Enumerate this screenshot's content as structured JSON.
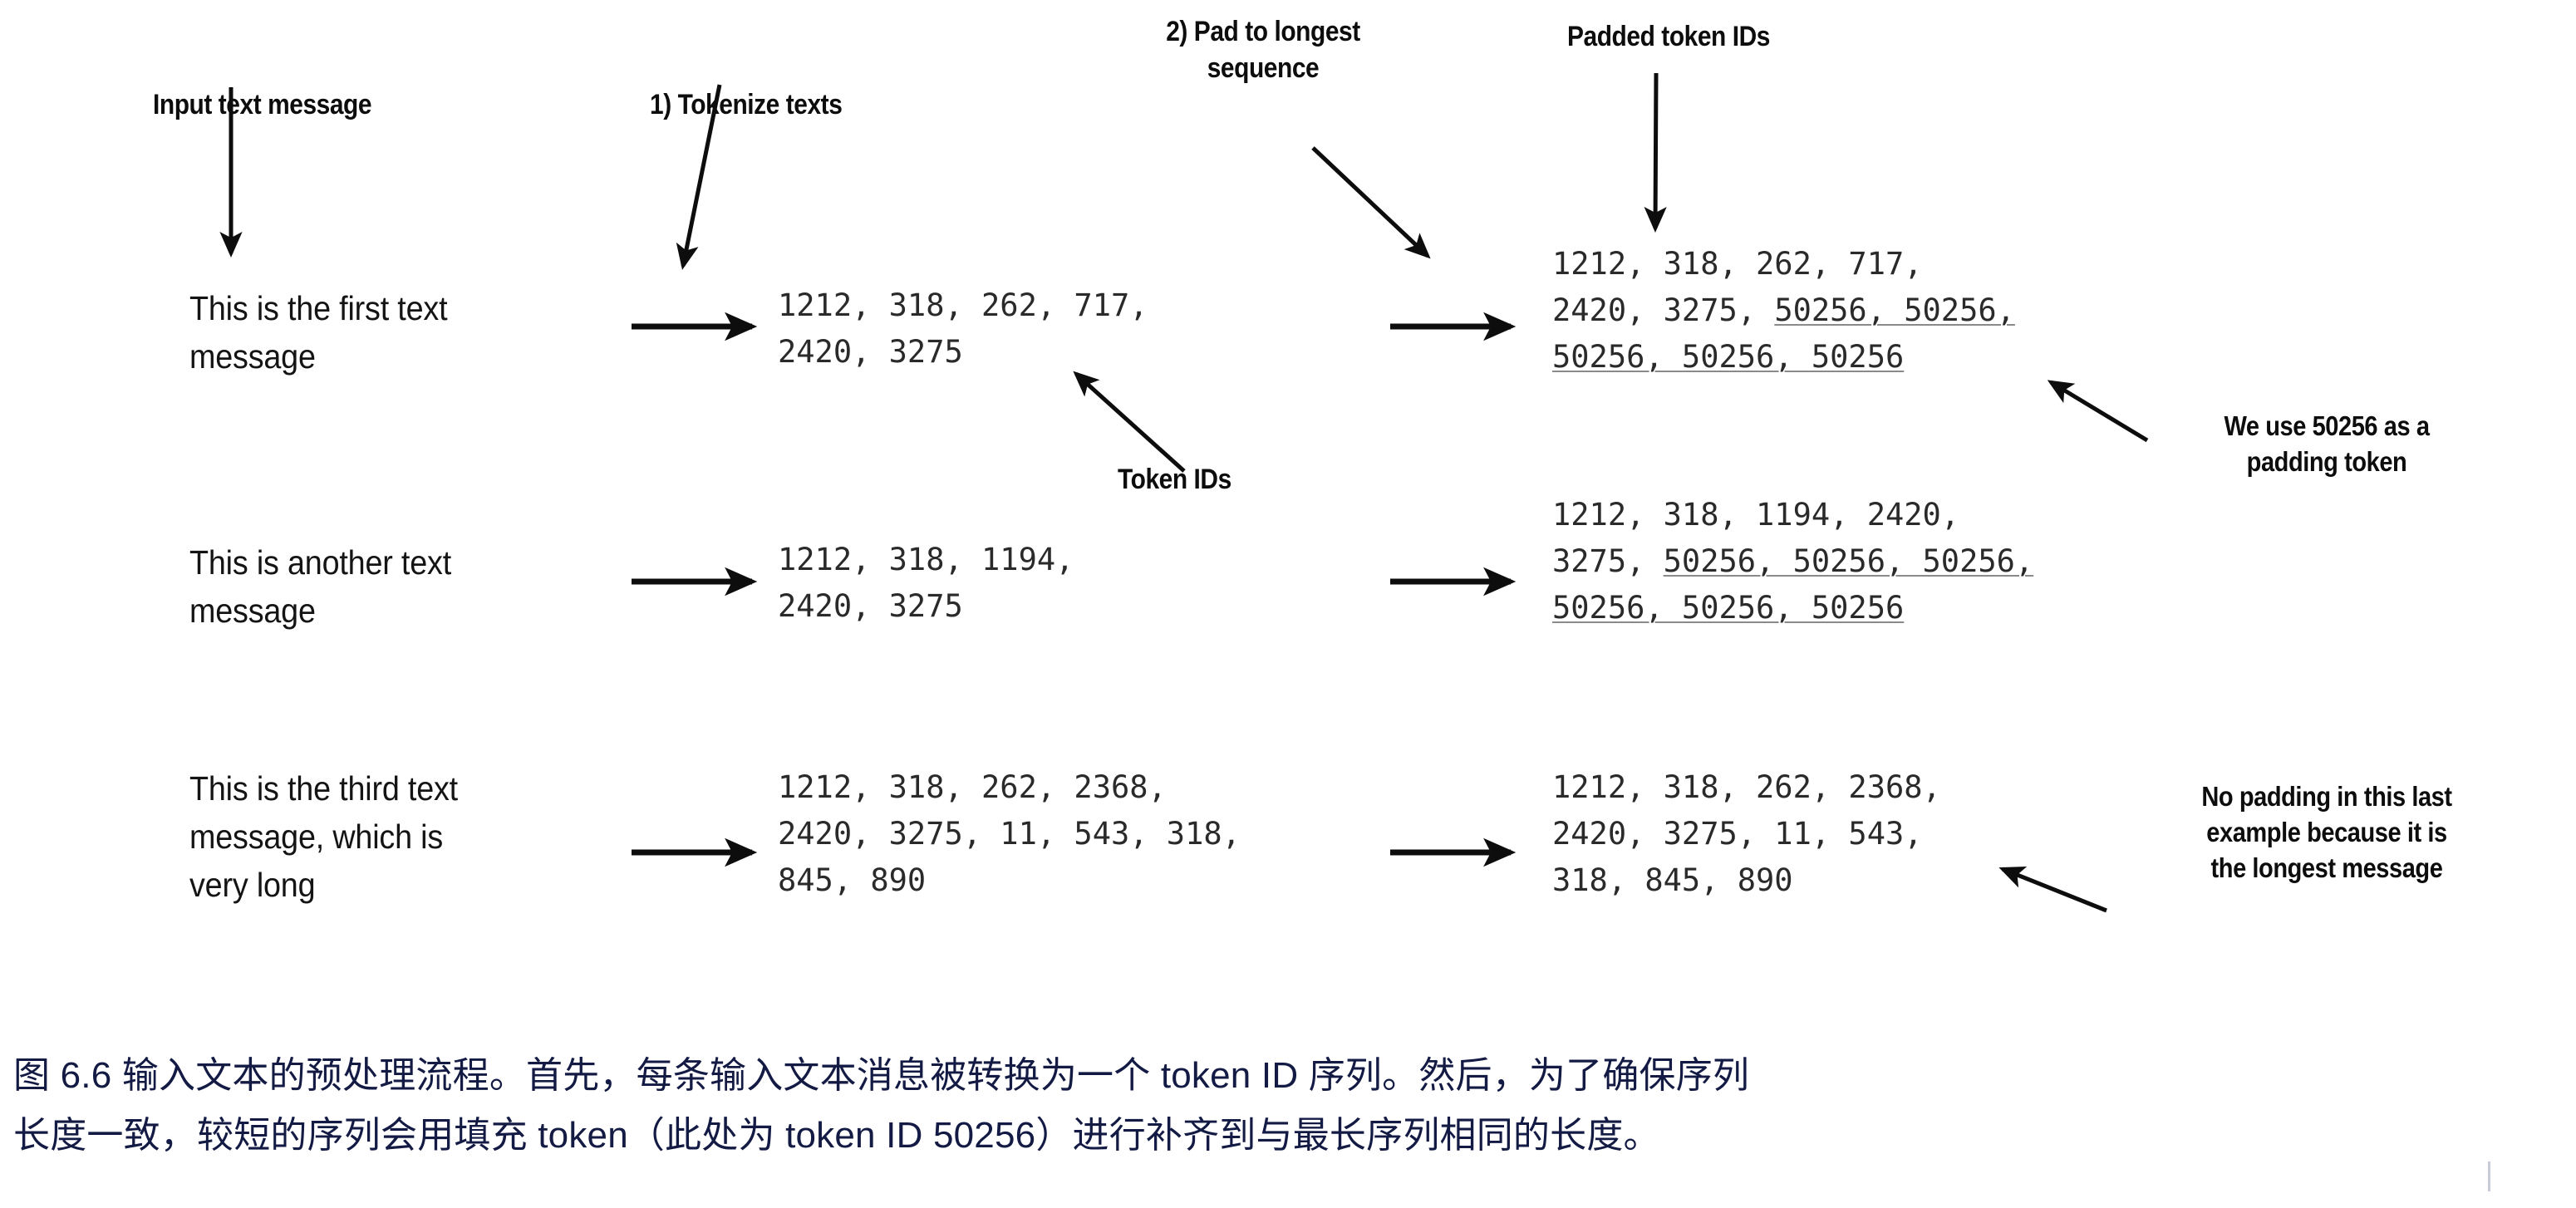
{
  "figure": {
    "background_color": "#ffffff",
    "ink_color": "#0d0d0d",
    "caption_color": "#131a44",
    "pad_underline_color": "#8a8a8a"
  },
  "annotations": {
    "input_label": "Input text message",
    "step1_label": "1) Tokenize texts",
    "step2_label": "2) Pad to longest\nsequence",
    "padded_label": "Padded token IDs",
    "token_ids_label": "Token IDs",
    "pad_note": "We use 50256 as a\npadding token",
    "no_pad_note": "No padding in this last\nexample because it is\nthe longest message"
  },
  "rows": [
    {
      "message": "This is the first text\nmessage",
      "token_ids": "1212, 318, 262, 717,\n2420, 3275",
      "padded_prefix": "1212, 318, 262, 717,\n2420, 3275, ",
      "padded_pad": "50256, 50256,\n50256, 50256, 50256",
      "padded_full": "1212, 318, 262, 717, 2420, 3275, 50256, 50256, 50256, 50256, 50256"
    },
    {
      "message": "This is another text\nmessage",
      "token_ids": "1212, 318, 1194,\n2420, 3275",
      "padded_prefix": "1212, 318, 1194, 2420,\n3275, ",
      "padded_pad": "50256, 50256, 50256,\n50256, 50256, 50256",
      "padded_full": "1212, 318, 1194, 2420, 3275, 50256, 50256, 50256, 50256, 50256, 50256"
    },
    {
      "message": "This is the third text\nmessage, which is\nvery long",
      "token_ids": "1212, 318, 262, 2368,\n2420, 3275, 11, 543, 318,\n845, 890",
      "padded_prefix": "1212, 318, 262, 2368,\n2420, 3275, 11, 543,\n318, 845, 890",
      "padded_pad": "",
      "padded_full": "1212, 318, 262, 2368, 2420, 3275, 11, 543, 318, 845, 890"
    }
  ],
  "padding_token_id": "50256",
  "caption": {
    "line1": "图 6.6 输入文本的预处理流程。首先，每条输入文本消息被转换为一个 token ID 序列。然后，为了确保序列",
    "line2": "长度一致，较短的序列会用填充 token（此处为 token ID 50256）进行补齐到与最长序列相同的长度。"
  }
}
